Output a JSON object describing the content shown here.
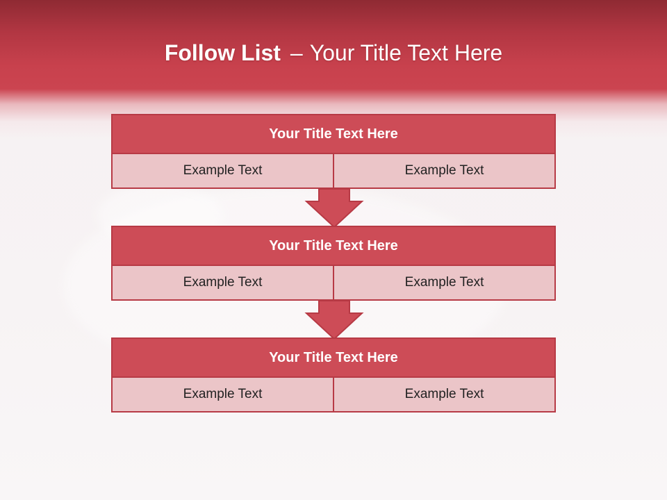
{
  "slide": {
    "title_bold": "Follow List",
    "title_dash": "–",
    "title_rest": "Your Title Text Here"
  },
  "steps": [
    {
      "title": "Your Title Text Here",
      "left": "Example Text",
      "right": "Example Text"
    },
    {
      "title": "Your Title Text Here",
      "left": "Example Text",
      "right": "Example Text"
    },
    {
      "title": "Your Title Text Here",
      "left": "Example Text",
      "right": "Example Text"
    }
  ],
  "colors": {
    "header_red": "#c8414d",
    "box_title_fill": "#cd4c57",
    "box_cell_fill": "#ebc5c8",
    "border": "#b73a45"
  }
}
